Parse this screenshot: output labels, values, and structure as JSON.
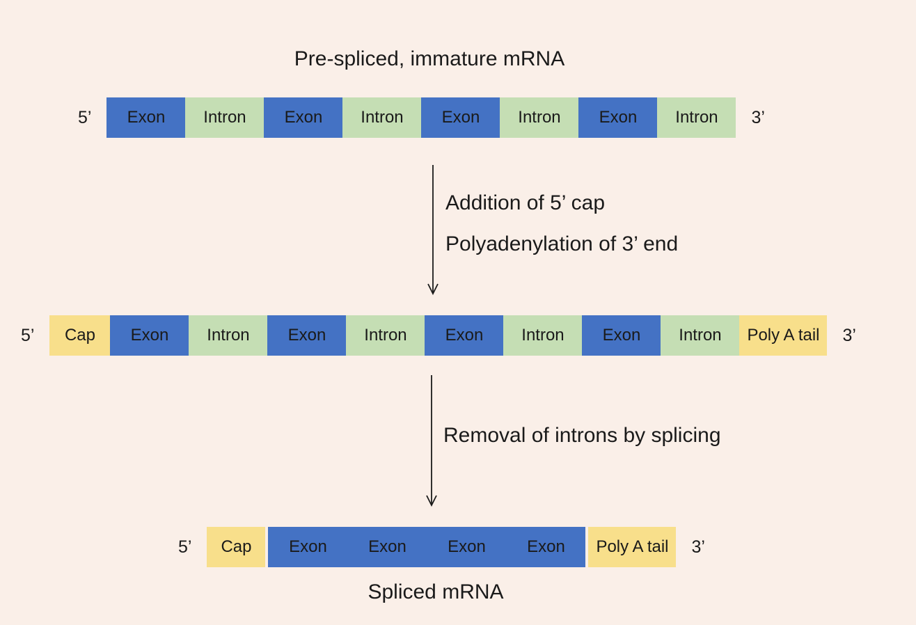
{
  "colors": {
    "background": "#FAEFE8",
    "exon": "#4472C4",
    "intron": "#C5DEB4",
    "cap": "#F8DF8B",
    "text": "#1A1A1A"
  },
  "pre_mrna": {
    "title": "Pre-spliced, immature mRNA",
    "five_prime": "5’",
    "three_prime": "3’",
    "segments": [
      {
        "label": "Exon",
        "type": "exon"
      },
      {
        "label": "Intron",
        "type": "intron"
      },
      {
        "label": "Exon",
        "type": "exon"
      },
      {
        "label": "Intron",
        "type": "intron"
      },
      {
        "label": "Exon",
        "type": "exon"
      },
      {
        "label": "Intron",
        "type": "intron"
      },
      {
        "label": "Exon",
        "type": "exon"
      },
      {
        "label": "Intron",
        "type": "intron"
      }
    ]
  },
  "step1": {
    "line1": "Addition of 5’ cap",
    "line2": "Polyadenylation of 3’ end"
  },
  "processed_mrna": {
    "five_prime": "5’",
    "three_prime": "3’",
    "segments": [
      {
        "label": "Cap",
        "type": "cap"
      },
      {
        "label": "Exon",
        "type": "exon"
      },
      {
        "label": "Intron",
        "type": "intron"
      },
      {
        "label": "Exon",
        "type": "exon"
      },
      {
        "label": "Intron",
        "type": "intron"
      },
      {
        "label": "Exon",
        "type": "exon"
      },
      {
        "label": "Intron",
        "type": "intron"
      },
      {
        "label": "Exon",
        "type": "exon"
      },
      {
        "label": "Intron",
        "type": "intron"
      },
      {
        "label": "Poly A tail",
        "type": "cap"
      }
    ]
  },
  "step2": {
    "line1": "Removal of introns by splicing"
  },
  "spliced_mrna": {
    "caption": "Spliced mRNA",
    "five_prime": "5’",
    "three_prime": "3’",
    "cap_label": "Cap",
    "exon_labels": [
      "Exon",
      "Exon",
      "Exon",
      "Exon"
    ],
    "poly_a_label": "Poly A tail"
  }
}
